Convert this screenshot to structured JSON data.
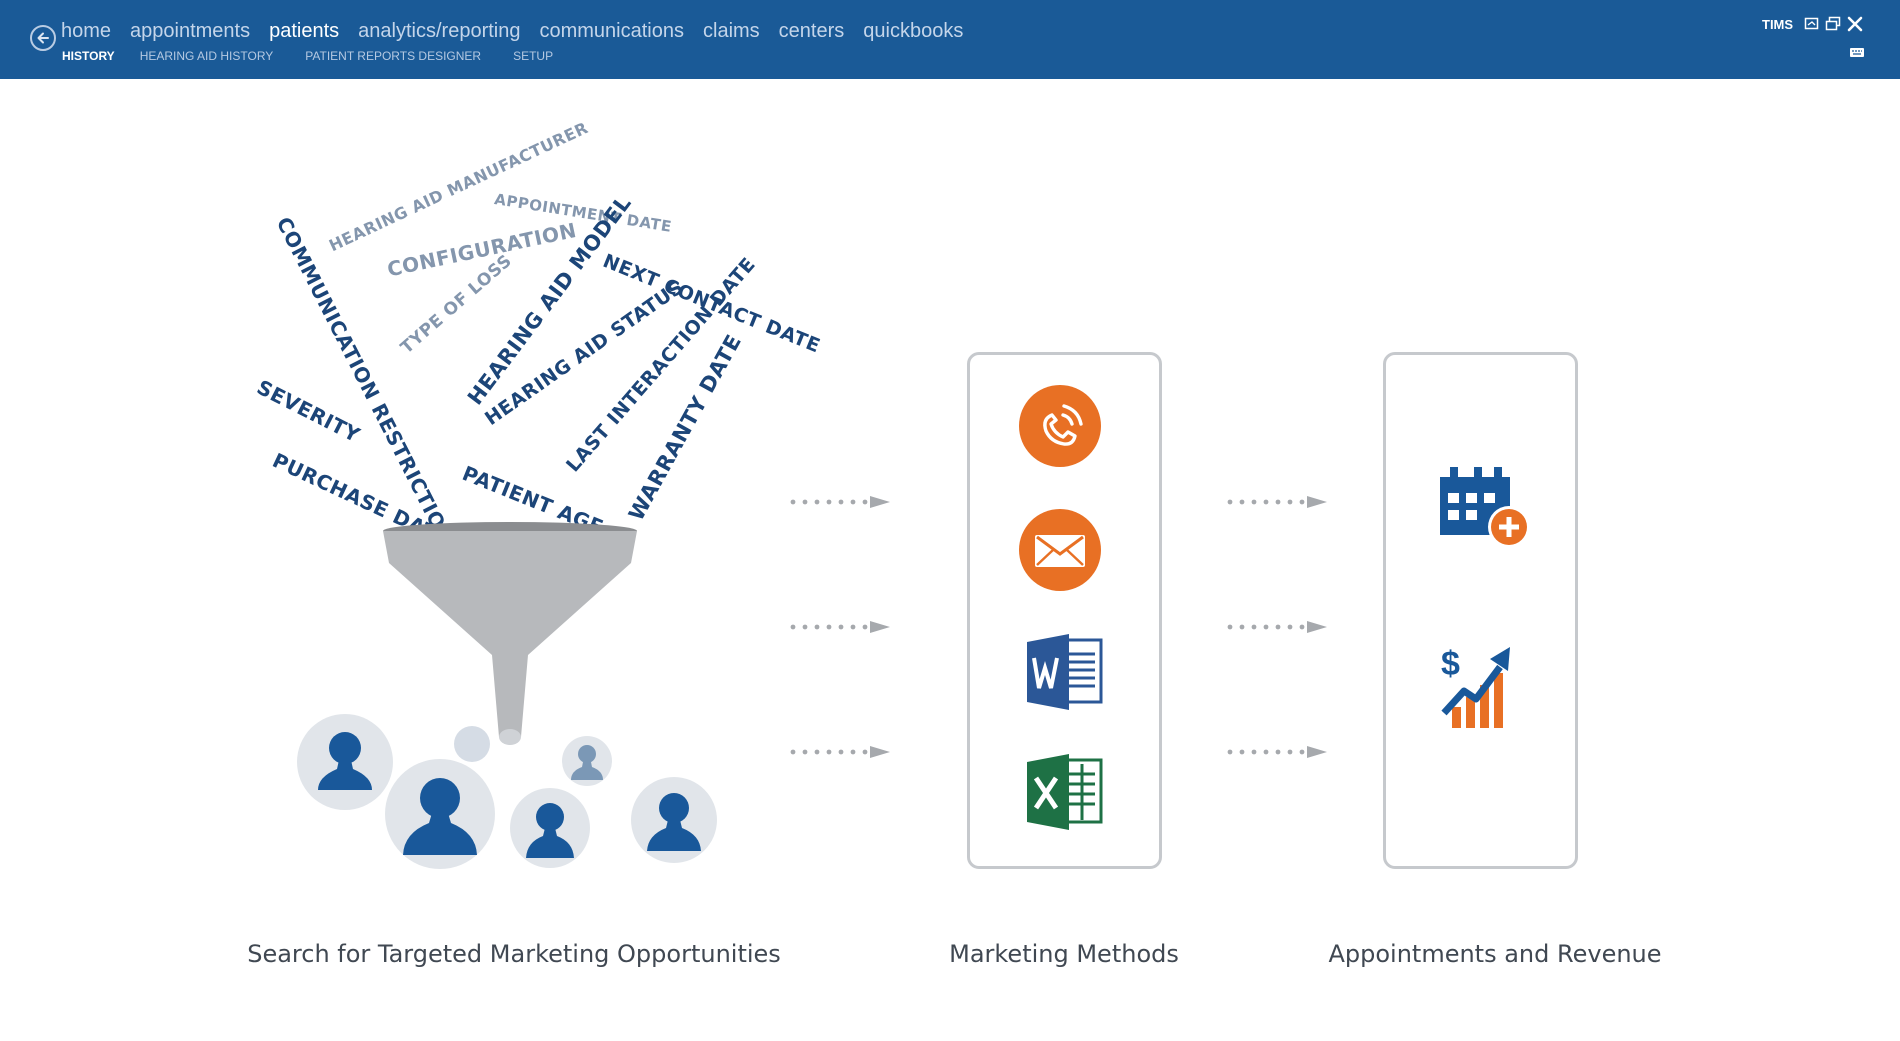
{
  "nav": {
    "main": [
      "home",
      "appointments",
      "patients",
      "analytics/reporting",
      "communications",
      "claims",
      "centers",
      "quickbooks"
    ],
    "active_main": 2,
    "sub": [
      "HISTORY",
      "HEARING AID HISTORY",
      "PATIENT REPORTS DESIGNER",
      "SETUP"
    ],
    "active_sub": 0
  },
  "window": {
    "app_name": "TIMS"
  },
  "funnel_words": {
    "communication_restrictions": "COMMUNICATION RESTRICTIONS",
    "hearing_aid_manufacturer": "HEARING AID MANUFACTURER",
    "appointment_date": "APPOINTMENT DATE",
    "configuration": "CONFIGURATION",
    "next_contact_date": "NEXT CONTACT DATE",
    "type_of_loss": "TYPE OF LOSS",
    "hearing_aid_model": "HEARING AID MODEL",
    "hearing_aid_status": "HEARING AID STATUS",
    "last_interaction_date": "LAST INTERACTION DATE",
    "severity": "SEVERITY",
    "purchase_date": "PURCHASE DATE",
    "patient_age": "PATIENT AGE",
    "warranty_date": "WARRANTY DATE"
  },
  "captions": {
    "search": "Search for Targeted Marketing Opportunities",
    "methods": "Marketing Methods",
    "revenue": "Appointments and Revenue"
  },
  "method_icons": [
    "phone-icon",
    "email-icon",
    "word-icon",
    "excel-icon"
  ],
  "result_icons": [
    "calendar-add-icon",
    "revenue-growth-icon"
  ],
  "colors": {
    "header": "#1a5a97",
    "orange": "#e87024",
    "navy": "#1c4578",
    "word_blue": "#2b5797",
    "excel_green": "#1e7145",
    "avatar_blue": "#19589a",
    "avatar_bg": "#e1e5ea",
    "funnel_gray": "#b7b9bc"
  }
}
